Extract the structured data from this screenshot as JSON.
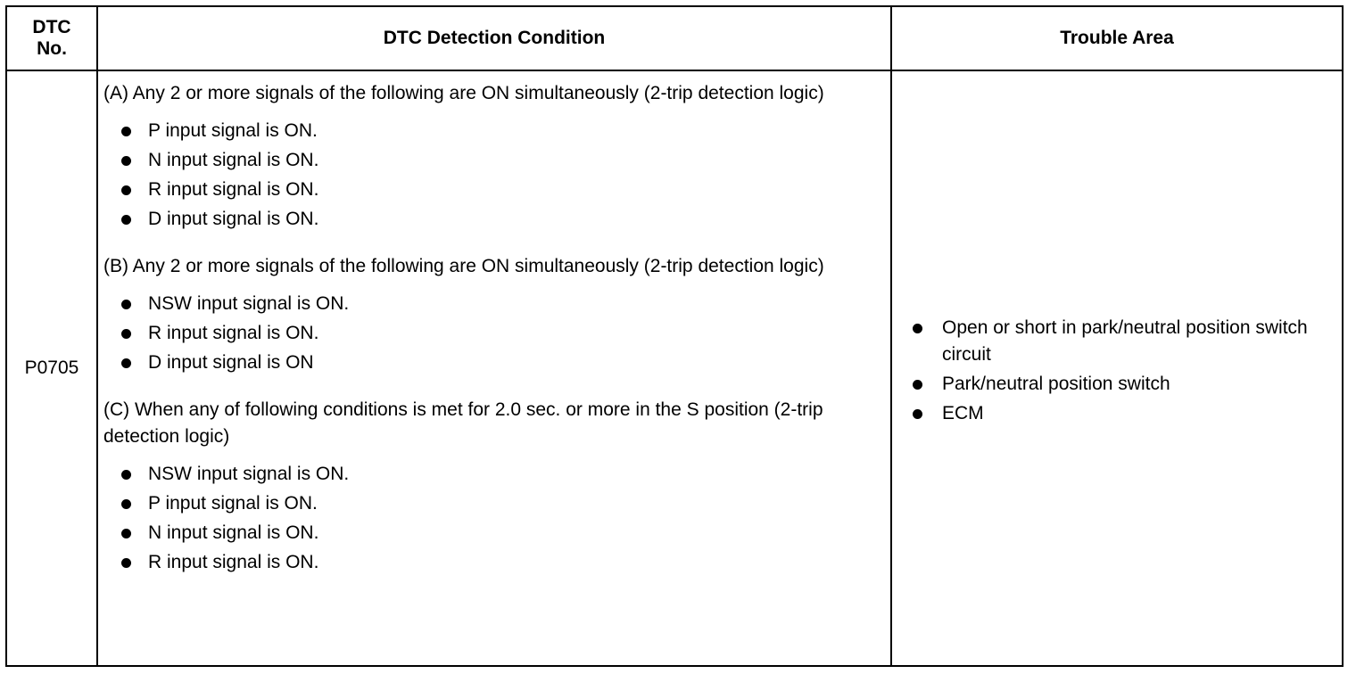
{
  "headers": {
    "dtc_no": "DTC\nNo.",
    "detection_condition": "DTC Detection Condition",
    "trouble_area": "Trouble Area"
  },
  "row": {
    "code": "P0705",
    "condition_a": {
      "intro": "(A) Any 2 or more signals of the following are ON simultaneously (2-trip detection logic)",
      "items": [
        "P input signal is ON.",
        "N input signal is ON.",
        "R input signal is ON.",
        "D input signal is ON."
      ]
    },
    "condition_b": {
      "intro": "(B) Any 2 or more signals of the following are ON simultaneously (2-trip detection logic)",
      "items": [
        "NSW input signal is ON.",
        "R input signal is ON.",
        "D input signal is ON"
      ]
    },
    "condition_c": {
      "intro": "(C) When any of following conditions is met for 2.0 sec. or more in the S position (2-trip detection logic)",
      "items": [
        "NSW input signal is ON.",
        "P input signal is ON.",
        "N input signal is ON.",
        "R input signal is ON."
      ]
    },
    "trouble_areas": [
      "Open or short in park/neutral position switch circuit",
      "Park/neutral position switch",
      "ECM"
    ]
  }
}
